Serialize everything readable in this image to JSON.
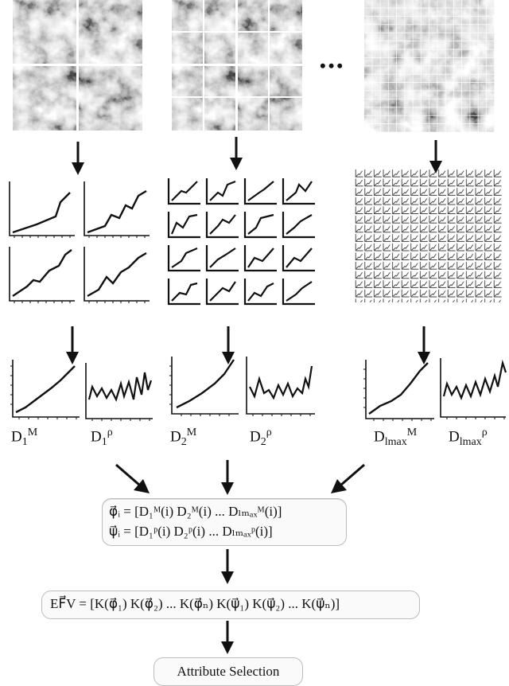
{
  "decomposition": {
    "ellipsis": "•••"
  },
  "feature_labels": {
    "d1_m": {
      "base": "D",
      "sub": "1",
      "sup": "M"
    },
    "d1_rho": {
      "base": "D",
      "sub": "1",
      "sup": "ρ"
    },
    "d2_m": {
      "base": "D",
      "sub": "2",
      "sup": "M"
    },
    "d2_rho": {
      "base": "D",
      "sub": "2",
      "sup": "ρ"
    },
    "dlmax_m": {
      "base": "D",
      "sub": "lmax",
      "sup": "M"
    },
    "dlmax_rho": {
      "base": "D",
      "sub": "lmax",
      "sup": "ρ"
    }
  },
  "formulas": {
    "phi": "φ⃗ᵢ = [D₁ᴹ(i) D₂ᴹ(i) ... Dₗₘₐₓᴹ(i)]",
    "psi": "ψ⃗ᵢ = [D₁ᵖ(i) D₂ᵖ(i) ... Dₗₘₐₓᵖ(i)]",
    "efv": "EF⃗V = [K(φ⃗₁) K(φ⃗₂) ... K(φ⃗ₙ) K(ψ⃗₁) K(ψ⃗₂) ... K(ψ⃗ₙ)]"
  },
  "attribute_selection": "Attribute Selection"
}
